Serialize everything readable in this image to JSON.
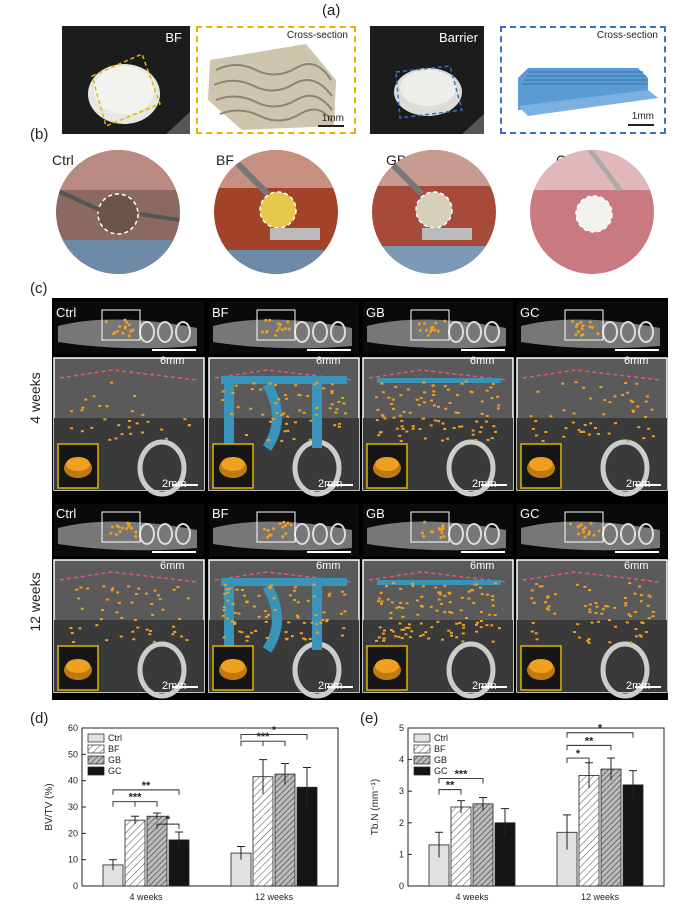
{
  "panel_labels": {
    "a": "(a)",
    "b": "(b)",
    "c": "(c)",
    "d": "(d)",
    "e": "(e)"
  },
  "panel_a": {
    "bf_label": "BF",
    "barrier_label": "Barrier",
    "cross_section_1": "Cross-section",
    "cross_section_2": "Cross-section",
    "scale_1": "1mm",
    "scale_2": "1mm",
    "colors": {
      "bf_box": "#e8b400",
      "barrier_box": "#3a6fc4",
      "model_beige": "#cfc7ae",
      "model_blue": "#5b9bd5"
    }
  },
  "panel_b": {
    "labels": [
      "Ctrl",
      "BF",
      "GB",
      "GC"
    ]
  },
  "panel_c": {
    "row_labels": [
      "4 weeks",
      "12 weeks"
    ],
    "groups": [
      "Ctrl",
      "BF",
      "GB",
      "GC"
    ],
    "scale_large": "6mm",
    "scale_small": "2mm",
    "colors": {
      "bone": "#f0a020",
      "scaffold": "#3a93b8",
      "border": "#e0b400",
      "dash": "#e05a78"
    }
  },
  "chart_data": [
    {
      "type": "bar",
      "title": "",
      "xlabel": "",
      "ylabel": "BV/TV (%)",
      "ylim": [
        0,
        60
      ],
      "yticks": [
        0,
        10,
        20,
        30,
        40,
        50,
        60
      ],
      "categories": [
        "4 weeks",
        "12 weeks"
      ],
      "series": [
        {
          "name": "Ctrl",
          "values": [
            8,
            12.5
          ],
          "errors": [
            2,
            2.5
          ]
        },
        {
          "name": "BF",
          "values": [
            25,
            41.5
          ],
          "errors": [
            1.5,
            6.5
          ]
        },
        {
          "name": "GB",
          "values": [
            26.5,
            42.5
          ],
          "errors": [
            1.2,
            4
          ]
        },
        {
          "name": "GC",
          "values": [
            17.5,
            37.5
          ],
          "errors": [
            3,
            7.5
          ]
        }
      ],
      "annotations": [
        "***",
        "*",
        "**",
        "***",
        "*"
      ],
      "legend": "top-left",
      "grid": false
    },
    {
      "type": "bar",
      "title": "",
      "xlabel": "",
      "ylabel": "Tb.N (mm⁻¹)",
      "ylim": [
        0,
        5
      ],
      "yticks": [
        0,
        1,
        2,
        3,
        4,
        5
      ],
      "categories": [
        "4 weeks",
        "12 weeks"
      ],
      "series": [
        {
          "name": "Ctrl",
          "values": [
            1.3,
            1.7
          ],
          "errors": [
            0.4,
            0.55
          ]
        },
        {
          "name": "BF",
          "values": [
            2.5,
            3.5
          ],
          "errors": [
            0.2,
            0.4
          ]
        },
        {
          "name": "GB",
          "values": [
            2.6,
            3.7
          ],
          "errors": [
            0.2,
            0.35
          ]
        },
        {
          "name": "GC",
          "values": [
            2.0,
            3.2
          ],
          "errors": [
            0.45,
            0.45
          ]
        }
      ],
      "annotations": [
        "**",
        "***",
        "*",
        "**",
        "*"
      ],
      "legend": "top-left",
      "grid": false
    }
  ]
}
